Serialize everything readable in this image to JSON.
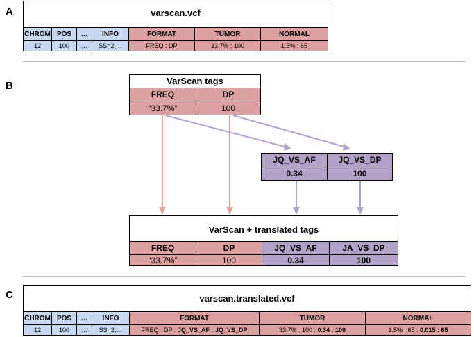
{
  "panels": {
    "a": "A",
    "b": "B",
    "c": "C"
  },
  "panel_a": {
    "title": "varscan.vcf",
    "headers": [
      "CHROM",
      "POS",
      "…",
      "INFO",
      "FORMAT",
      "TUMOR",
      "NORMAL"
    ],
    "values": [
      "12",
      "100",
      "…",
      "SS=2;…",
      "FREQ : DP",
      "33.7% : 100",
      "1.5% : 65"
    ]
  },
  "panel_b": {
    "top_table": {
      "title": "VarScan tags",
      "headers": [
        "FREQ",
        "DP"
      ],
      "values": [
        "“33.7%”",
        "100"
      ]
    },
    "middle_table": {
      "headers": [
        "JQ_VS_AF",
        "JQ_VS_DP"
      ],
      "values": [
        "0.34",
        "100"
      ]
    },
    "bottom_table": {
      "title": "VarScan + translated tags",
      "headers": [
        "FREQ",
        "DP",
        "JQ_VS_AF",
        "JA_VS_DP"
      ],
      "values": [
        "“33.7%”",
        "100",
        "0.34",
        "100"
      ]
    }
  },
  "panel_c": {
    "title": "varscan.translated.vcf",
    "headers": [
      "CHROM",
      "POS",
      "…",
      "INFO",
      "FORMAT",
      "TUMOR",
      "NORMAL"
    ],
    "values": [
      "12",
      "100",
      "…",
      "SS=2;…"
    ],
    "format_value": {
      "plain": "FREQ : DP : ",
      "bold": "JQ_VS_AF : JQ_VS_DP"
    },
    "tumor_value": {
      "plain": "33.7% : 100 : ",
      "bold": "0.34 : 100"
    },
    "normal_value": {
      "plain": "1.5% : 65 : ",
      "bold": "0.015 : 65"
    }
  },
  "colors": {
    "fixed_columns": "#c6d9f0",
    "varscan_columns": "#dea1a1",
    "translated_columns": "#b3a2c7",
    "varscan_arrow": "#e0a0a0",
    "translated_arrow": "#b3a2c7"
  }
}
